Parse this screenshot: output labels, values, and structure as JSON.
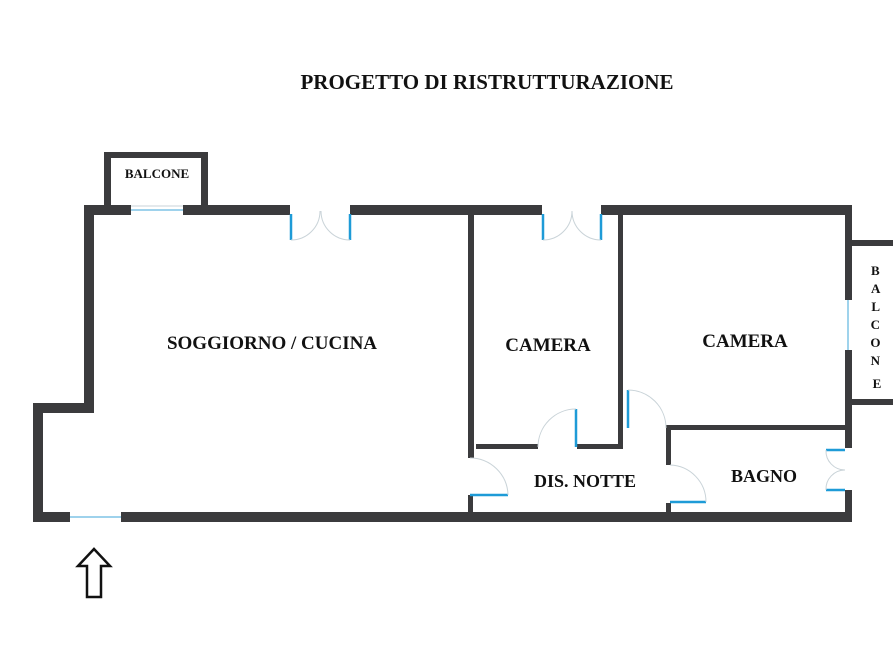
{
  "title": "PROGETTO DI RISTRUTTURAZIONE",
  "rooms": {
    "soggiorno": "SOGGIORNO / CUCINA",
    "camera1": "CAMERA",
    "camera2": "CAMERA",
    "disimpegno": "DIS. NOTTE",
    "bagno": "BAGNO",
    "balcone_top": "BALCONE",
    "balcone_right": [
      "B",
      "A",
      "L",
      "C",
      "O",
      "N",
      "E"
    ]
  },
  "colors": {
    "wall": "#3b3b3d",
    "door_leaf": "#1e9bd7"
  },
  "entrance_marker": "arrow-up-icon"
}
